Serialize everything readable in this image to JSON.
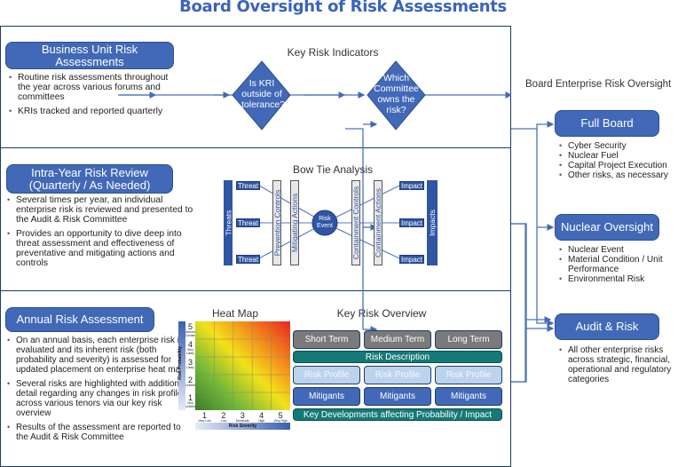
{
  "title": "Board Oversight of Risk Assessments",
  "business_unit": {
    "heading": "Business Unit Risk Assessments",
    "bullets": [
      "Routine risk assessments throughout the year across various forums and committees",
      "KRIs tracked and reported quarterly"
    ]
  },
  "kri": {
    "title": "Key Risk Indicators",
    "decision1": "Is KRI outside of tolerance?",
    "decision2": "Which Committee owns the risk?"
  },
  "intra_year": {
    "heading_line1": "Intra-Year Risk Review",
    "heading_line2": "(Quarterly / As Needed)",
    "bullets": [
      "Several times per year, an individual enterprise risk is reviewed and presented to the Audit & Risk Committee",
      "Provides an opportunity to dive deep into threat assessment and effectiveness of preventative and mitigating actions and controls"
    ]
  },
  "bow_tie": {
    "title": "Bow Tie Analysis",
    "threats_label": "Threats",
    "threat_label": "Threat",
    "prevention_label": "Prevention Controls",
    "mitigating_label": "Mitigating Actions",
    "risk_event_line1": "Risk",
    "risk_event_line2": "Event",
    "containment_controls_label": "Containment Controls",
    "containment_actions_label": "Containment Actions",
    "impact_label": "Impact",
    "impacts_label": "Impacts"
  },
  "annual": {
    "heading": "Annual Risk Assessment",
    "bullets": [
      "On an annual basis, each enterprise risk is evaluated and its inherent risk (both probability and severity) is assessed for updated placement on enterprise heat map",
      "Several risks are highlighted with additional detail regarding any changes in risk profile across various tenors via our key risk overview",
      "Results of the assessment are reported to the Audit & Risk Committee"
    ]
  },
  "heat_map": {
    "title": "Heat Map",
    "y_axis_label": "Risk Probability",
    "x_axis_label": "Risk Severity",
    "y_levels": [
      {
        "num": "5",
        "label": "Almost Certain"
      },
      {
        "num": "4",
        "label": "Very Likely"
      },
      {
        "num": "3",
        "label": "Likely"
      },
      {
        "num": "2",
        "label": "Unlikely"
      },
      {
        "num": "1",
        "label": "Very Unlikely"
      }
    ],
    "x_levels": [
      {
        "num": "1",
        "label": "Very Low"
      },
      {
        "num": "2",
        "label": "Low"
      },
      {
        "num": "3",
        "label": "Moderate"
      },
      {
        "num": "4",
        "label": "High"
      },
      {
        "num": "5",
        "label": "Very High"
      }
    ],
    "colors": {
      "low": "#3d8a36",
      "mid": "#f2e21a",
      "high": "#e8261d"
    }
  },
  "key_risk_overview": {
    "title": "Key Risk Overview",
    "tenors": [
      "Short Term",
      "Medium Term",
      "Long Term"
    ],
    "risk_description": "Risk Description",
    "risk_profile": "Risk Profile",
    "mitigants": "Mitigants",
    "key_developments": "Key Developments affecting Probability / Impact"
  },
  "board": {
    "title": "Board Enterprise Risk Oversight",
    "committees": [
      {
        "name": "Full Board",
        "bullets": [
          "Cyber Security",
          "Nuclear Fuel",
          "Capital Project Execution",
          "Other risks, as necessary"
        ]
      },
      {
        "name": "Nuclear Oversight",
        "bullets": [
          "Nuclear Event",
          "Material Condition / Unit Performance",
          "Environmental Risk"
        ]
      },
      {
        "name": "Audit & Risk",
        "bullets": [
          "All other enterprise risks across strategic, financial, operational and regulatory categories"
        ]
      }
    ]
  },
  "colors": {
    "accent": "#4169b7",
    "title": "#3a64b8",
    "teal": "#137a77",
    "grey": "#7a7a7a",
    "light_blue": "#bcd3ee",
    "border": "#1f3a68"
  }
}
